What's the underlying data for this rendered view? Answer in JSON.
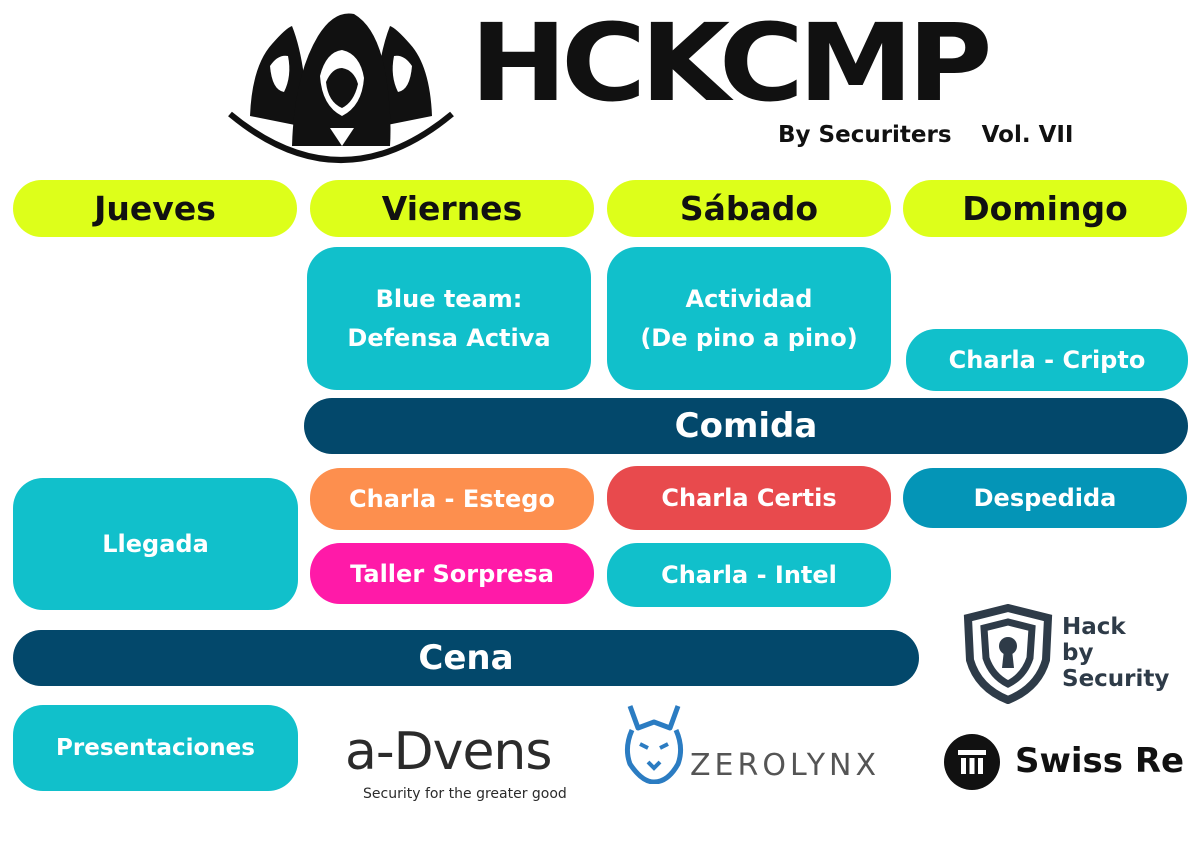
{
  "header": {
    "title": "HCKCMP",
    "byline": "By Securiters",
    "volume": "Vol. VII",
    "logo_icon": "hooded-figures-icon"
  },
  "days": [
    "Jueves",
    "Viernes",
    "Sábado",
    "Domingo"
  ],
  "events": {
    "viernes_morning_line1": "Blue team:",
    "viernes_morning_line2": "Defensa Activa",
    "sabado_morning_line1": "Actividad",
    "sabado_morning_line2": "(De pino a pino)",
    "domingo_morning": "Charla - Cripto",
    "comida": "Comida",
    "jueves_llegada": "Llegada",
    "viernes_afternoon_1": "Charla - Estego",
    "viernes_afternoon_2": "Taller Sorpresa",
    "sabado_afternoon_1": "Charla Certis",
    "sabado_afternoon_2": "Charla - Intel",
    "domingo_afternoon": "Despedida",
    "cena": "Cena",
    "jueves_presentaciones": "Presentaciones"
  },
  "sponsors": {
    "hackbysecurity": {
      "line1": "Hack",
      "line2": "by",
      "line3": "Security"
    },
    "advens": {
      "name": "a-Dvens",
      "tagline": "Security for the greater good"
    },
    "zerolynx": {
      "name": "ZEROLYNX"
    },
    "swissre": {
      "name": "Swiss Re"
    }
  },
  "colors": {
    "day_header": "#ddff1a",
    "teal": "#11c0cb",
    "navy": "#03486b",
    "orange": "#fd8f4e",
    "magenta": "#ff1aa8",
    "red": "#e84a4d",
    "blue": "#0495b7"
  }
}
